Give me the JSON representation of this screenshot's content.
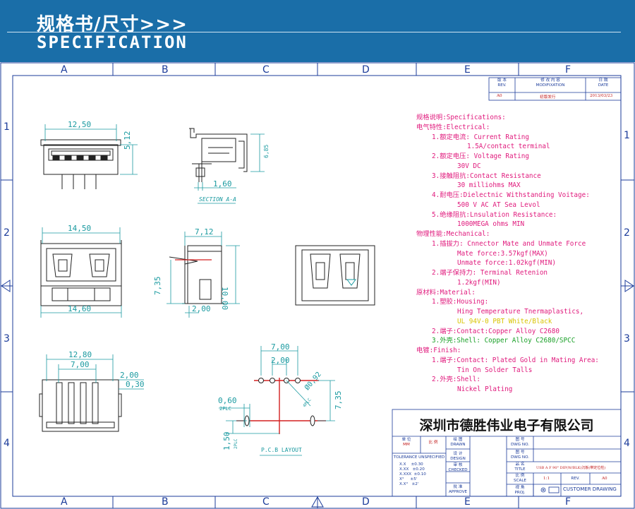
{
  "banner": {
    "title": "规格书/尺寸>>>",
    "subtitle": "SPECIFICATION"
  },
  "grid": {
    "cols": [
      "A",
      "B",
      "C",
      "D",
      "E",
      "F"
    ],
    "rows": [
      "1",
      "2",
      "3",
      "4"
    ]
  },
  "revision": {
    "headers": [
      {
        "cn": "版 本",
        "en": "REV."
      },
      {
        "cn": "修 改 内 容",
        "en": "MODIFIXATION"
      },
      {
        "cn": "日 期",
        "en": "DATE"
      }
    ],
    "row": {
      "rev": "A0",
      "mod": "初版发行",
      "date": "2013/03/23"
    }
  },
  "dims": {
    "top_width": "12,50",
    "top_height": "5,12",
    "section_height": "6,85",
    "section_offset": "1,60",
    "section_label": "SECTION A-A",
    "mid_width_top": "14,50",
    "mid_width_bottom": "14,60",
    "side_width": "7,12",
    "side_height_left": "7,35",
    "side_height_right": "10,00",
    "side_bottom": "2,00",
    "bot_width_outer": "12,80",
    "bot_width_inner": "7,00",
    "bot_right_1": "2,00",
    "bot_right_2": "0,30",
    "pcb_width": "7,00",
    "pcb_pitch": "2,00",
    "pcb_left": "0,60",
    "pcb_left_sub": "2PLC",
    "pcb_hole": "Ø0,92",
    "pcb_hole_sub": "4PLC",
    "pcb_height": "7,35",
    "pcb_bottom": "1,50",
    "pcb_bottom_sub": "2PLC",
    "pcb_label": "P.C.B LAYOUT"
  },
  "spec": {
    "lines": [
      {
        "text": "规格说明:Specifications:",
        "indent": 0,
        "color": "pink"
      },
      {
        "text": "电气特性:Electrical:",
        "indent": 0,
        "color": "pink"
      },
      {
        "text": "1.额定电流: Current Rating",
        "indent": 1,
        "color": "pink"
      },
      {
        "text": "1.5A/contact terminal",
        "indent": 3,
        "color": "pink"
      },
      {
        "text": "2.额定电压: Voltage Rating",
        "indent": 1,
        "color": "pink"
      },
      {
        "text": "30V DC",
        "indent": 2,
        "color": "pink"
      },
      {
        "text": "3.接触阻抗:Contact Resistance",
        "indent": 1,
        "color": "pink"
      },
      {
        "text": "30 milliohms MAX",
        "indent": 2,
        "color": "pink"
      },
      {
        "text": "4.耐电压:Dielectnic Withstanding Voitage:",
        "indent": 1,
        "color": "pink"
      },
      {
        "text": "500 V AC AT Sea Levol",
        "indent": 2,
        "color": "pink"
      },
      {
        "text": "5.绝缘阻抗:Lnsulation Resistance:",
        "indent": 1,
        "color": "pink"
      },
      {
        "text": "1000MEGA ohms MIN",
        "indent": 2,
        "color": "pink"
      },
      {
        "text": "物理性能:Mechanical:",
        "indent": 0,
        "color": "pink"
      },
      {
        "text": "1.插拔力: Cnnector Mate and Unmate Force",
        "indent": 1,
        "color": "pink"
      },
      {
        "text": "Mate force:3.57kgf(MAX)",
        "indent": 2,
        "color": "pink"
      },
      {
        "text": "Unmate force:1.02kgf(MIN)",
        "indent": 2,
        "color": "pink"
      },
      {
        "text": "2.端子保持力: Terminal Retenion",
        "indent": 1,
        "color": "pink"
      },
      {
        "text": "1.2kgf(MIN)",
        "indent": 2,
        "color": "pink"
      },
      {
        "text": "原材料:Material:",
        "indent": 0,
        "color": "pink"
      },
      {
        "text": "1.塑胶:Housing:",
        "indent": 1,
        "color": "pink"
      },
      {
        "text": "Hing Temperature  Tnermaplastics,",
        "indent": 2,
        "color": "pink"
      },
      {
        "text": "UL 94V-0  PBT White/Black",
        "indent": 2,
        "color": "yellow"
      },
      {
        "text": "2.端子:Contact:Copper Alloy C2680",
        "indent": 1,
        "color": "pink"
      },
      {
        "text": "3.外壳:Shell: Copper Alloy C2680/SPCC",
        "indent": 1,
        "color": "green"
      },
      {
        "text": "电镀:Finish:",
        "indent": 0,
        "color": "pink"
      },
      {
        "text": "1.端子:Contact: Plated Gold in Mating Area:",
        "indent": 1,
        "color": "pink"
      },
      {
        "text": "Tin On Solder Talls",
        "indent": 2,
        "color": "pink"
      },
      {
        "text": "2.外壳:Shell:",
        "indent": 1,
        "color": "pink"
      },
      {
        "text": "Nickel Plating",
        "indent": 2,
        "color": "pink"
      }
    ]
  },
  "title_block": {
    "company": "深圳市德胜伟业电子有限公司",
    "unit": {
      "cn": "单 位",
      "en": "MM"
    },
    "scale_cn": "比 例",
    "drawn": {
      "cn": "绘 图",
      "en": "DRAWN"
    },
    "tolerance": {
      "en": "TOLERANCE UNSPECIFIED"
    },
    "tol_rows": [
      {
        "k": "X.X",
        "v": "±0.30"
      },
      {
        "k": "X.XX",
        "v": "±0.20"
      },
      {
        "k": "X.XXX",
        "v": "±0.10"
      },
      {
        "k": "X°",
        "v": "±5'"
      },
      {
        "k": "X.X°",
        "v": "±2'"
      }
    ],
    "design": {
      "cn": "设 计",
      "en": "DESIGN"
    },
    "checked": {
      "cn": "审 核",
      "en": "CHECKED"
    },
    "approve": {
      "cn": "批 准",
      "en": "APPROVE"
    },
    "dwg1": {
      "cn": "图 号",
      "en": "DWG NO."
    },
    "dwg2": {
      "cn": "图 号",
      "en": "DWG NO."
    },
    "title": {
      "cn": "品 名",
      "en": "TITLE",
      "value": "USB A F 90° DIP(W/BLK)沉板(带定位柱)"
    },
    "scale": {
      "cn": "比 例",
      "en": "SCALE",
      "value": "1:1"
    },
    "rev": {
      "en": "REV.",
      "value": "A0"
    },
    "proj": {
      "cn": "视 角",
      "en": "PROJ."
    },
    "customer": "CUSTOMER DRAWING"
  }
}
